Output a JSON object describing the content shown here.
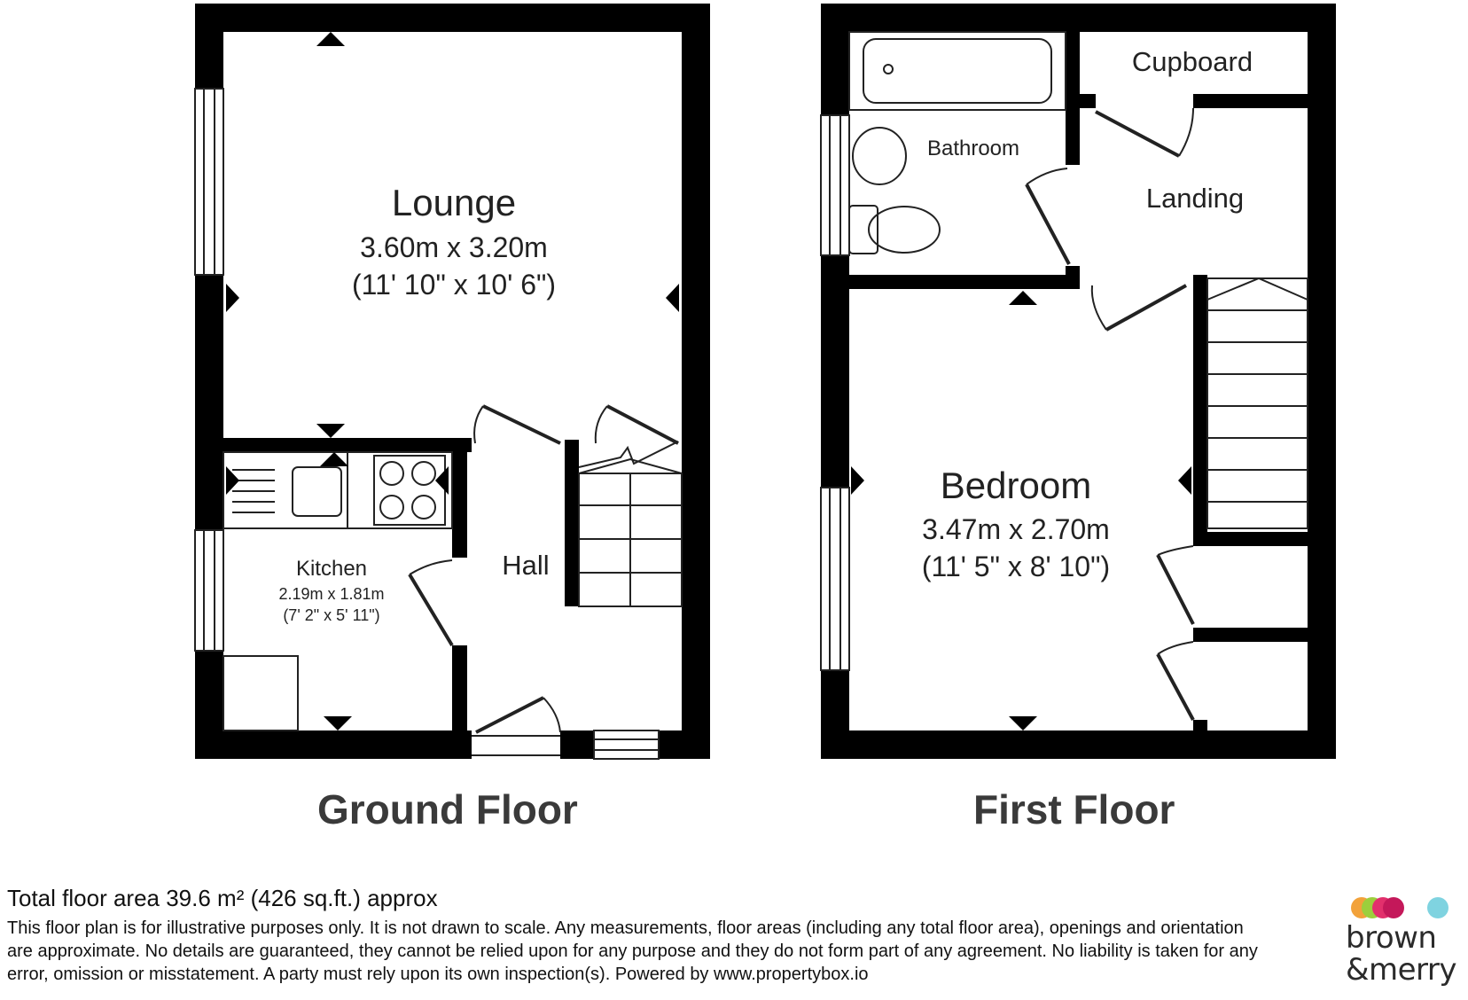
{
  "floors": {
    "ground": {
      "title": "Ground Floor",
      "rooms": {
        "lounge": {
          "name": "Lounge",
          "dim_m": "3.60m x 3.20m",
          "dim_ft": "(11' 10\" x 10' 6\")"
        },
        "kitchen": {
          "name": "Kitchen",
          "dim_m": "2.19m x 1.81m",
          "dim_ft": "(7' 2\" x 5' 11\")"
        },
        "hall": {
          "name": "Hall"
        }
      }
    },
    "first": {
      "title": "First Floor",
      "rooms": {
        "bedroom": {
          "name": "Bedroom",
          "dim_m": "3.47m x 2.70m",
          "dim_ft": "(11' 5\" x 8' 10\")"
        },
        "bathroom": {
          "name": "Bathroom"
        },
        "landing": {
          "name": "Landing"
        },
        "cupboard": {
          "name": "Cupboard"
        }
      }
    }
  },
  "footer": {
    "total_area": "Total floor area 39.6 m² (426 sq.ft.) approx",
    "disclaimer": "This floor plan is for illustrative purposes only. It is not drawn to scale. Any measurements, floor areas (including any total floor area), openings and orientation are approximate. No details are guaranteed, they cannot be relied upon for any purpose and they do not form part of any agreement. No liability is taken for any error, omission or misstatement. A party must rely upon its own inspection(s). Powered by www.propertybox.io"
  },
  "logo": {
    "line1": "brown",
    "line2": "&merry",
    "dot_colors": [
      "#f2a23a",
      "#9ccf3c",
      "#e2306c",
      "#c4185a",
      "#7fd3e0"
    ]
  },
  "colors": {
    "wall": "#000000",
    "line": "#222222",
    "window_fill": "#ffffff"
  }
}
